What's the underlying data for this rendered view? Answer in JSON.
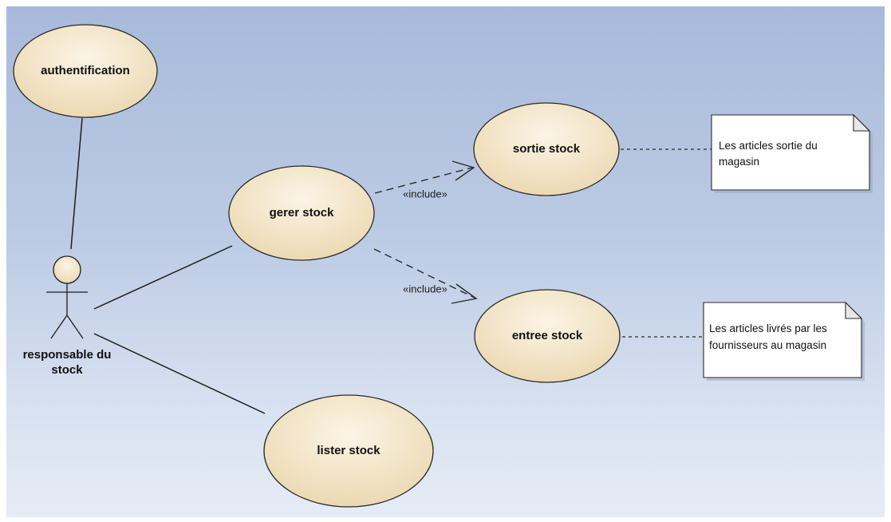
{
  "diagram": {
    "actor": {
      "label_line1": "responsable du",
      "label_line2": "stock"
    },
    "use_cases": {
      "authentification": "authentification",
      "gerer_stock": "gerer stock",
      "sortie_stock": "sortie stock",
      "entree_stock": "entree stock",
      "lister_stock": "lister stock"
    },
    "relations": {
      "include_sortie": "«include»",
      "include_entree": "«include»"
    },
    "notes": {
      "sortie": {
        "line1": "Les articles sortie du",
        "line2": "magasin"
      },
      "entree": {
        "line1": "Les articles livrés par les",
        "line2": "fournisseurs au magasin"
      }
    },
    "colors": {
      "use_case_fill_light": "#fbf4e6",
      "use_case_fill_dark": "#ecd9b2",
      "background_top": "#a8badb",
      "background_bottom": "#e6ecf6"
    }
  }
}
